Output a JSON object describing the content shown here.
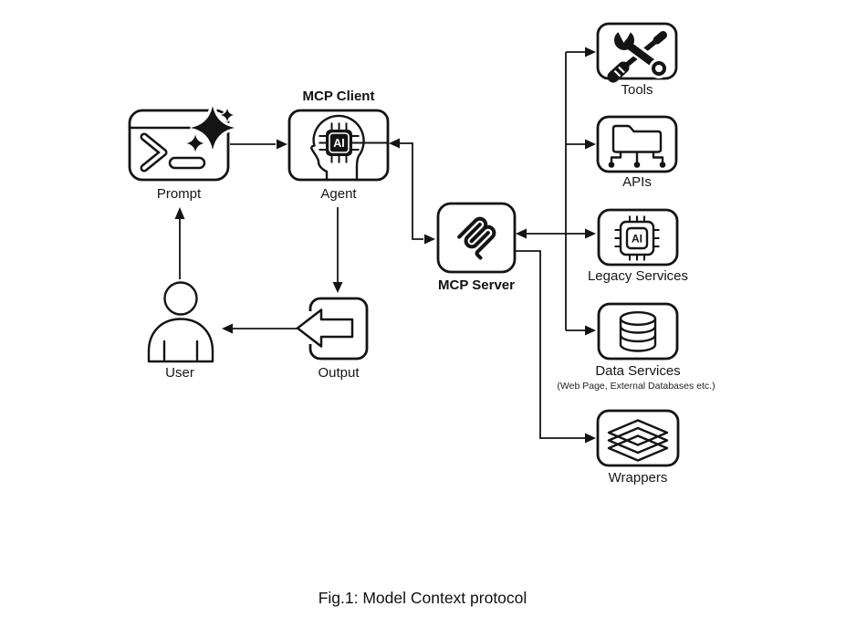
{
  "page": {
    "background": "#ffffff",
    "ink": "#141414"
  },
  "caption": "Fig.1: Model Context protocol",
  "nodes": {
    "prompt": {
      "label": "Prompt",
      "icon": "terminal-sparkle"
    },
    "mcp_client": {
      "title": "MCP Client",
      "label": "Agent",
      "chip_text": "AI",
      "icon": "head-ai-chip"
    },
    "user": {
      "label": "User",
      "icon": "person"
    },
    "output": {
      "label": "Output",
      "icon": "arrow-left-box"
    },
    "mcp_server": {
      "title": "MCP Server",
      "icon": "mcp-logo"
    },
    "tools": {
      "label": "Tools",
      "icon": "wrench-screwdriver"
    },
    "apis": {
      "label": "APIs",
      "icon": "folder-network"
    },
    "legacy_services": {
      "label": "Legacy Services",
      "chip_text": "AI",
      "icon": "ai-chip"
    },
    "data_services": {
      "label": "Data Services",
      "sublabel": "(Web Page, External Databases etc.)",
      "icon": "database"
    },
    "wrappers": {
      "label": "Wrappers",
      "icon": "layers"
    }
  },
  "edges": [
    {
      "from": "prompt",
      "to": "mcp_client",
      "arrow": "one-way"
    },
    {
      "from": "user",
      "to": "prompt",
      "arrow": "one-way"
    },
    {
      "from": "mcp_client",
      "to": "output",
      "arrow": "one-way"
    },
    {
      "from": "output",
      "to": "user",
      "arrow": "one-way"
    },
    {
      "from": "mcp_client",
      "to": "mcp_server",
      "arrow": "two-way"
    },
    {
      "from": "mcp_server",
      "to": "tools",
      "arrow": "one-way"
    },
    {
      "from": "mcp_server",
      "to": "apis",
      "arrow": "one-way"
    },
    {
      "from": "mcp_server",
      "to": "legacy_services",
      "arrow": "two-way"
    },
    {
      "from": "mcp_server",
      "to": "data_services",
      "arrow": "one-way"
    },
    {
      "from": "mcp_server",
      "to": "wrappers",
      "arrow": "one-way"
    }
  ]
}
